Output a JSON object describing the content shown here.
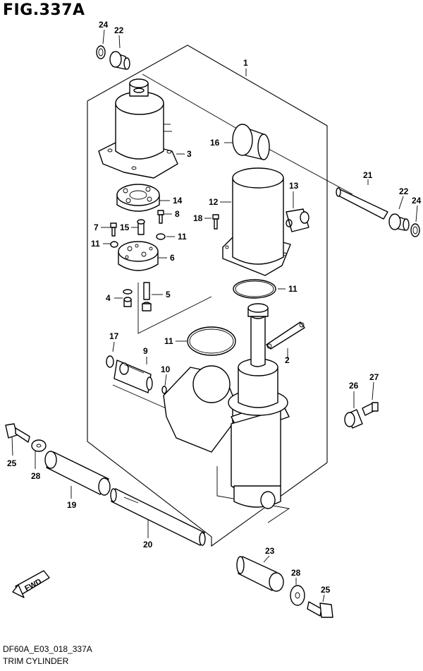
{
  "figure": {
    "title": "FIG.337A",
    "drawing_code": "DF60A_E03_018_337A",
    "caption": "TRIM CYLINDER",
    "direction_badge": "FWD"
  },
  "callouts": [
    {
      "id": "c1",
      "label": "1"
    },
    {
      "id": "c2",
      "label": "2"
    },
    {
      "id": "c3",
      "label": "3"
    },
    {
      "id": "c4",
      "label": "4"
    },
    {
      "id": "c5",
      "label": "5"
    },
    {
      "id": "c6",
      "label": "6"
    },
    {
      "id": "c7",
      "label": "7"
    },
    {
      "id": "c8",
      "label": "8"
    },
    {
      "id": "c9",
      "label": "9"
    },
    {
      "id": "c10",
      "label": "10"
    },
    {
      "id": "c11a",
      "label": "11"
    },
    {
      "id": "c11b",
      "label": "11"
    },
    {
      "id": "c11c",
      "label": "11"
    },
    {
      "id": "c11d",
      "label": "11"
    },
    {
      "id": "c12",
      "label": "12"
    },
    {
      "id": "c13",
      "label": "13"
    },
    {
      "id": "c14",
      "label": "14"
    },
    {
      "id": "c15",
      "label": "15"
    },
    {
      "id": "c16",
      "label": "16"
    },
    {
      "id": "c17",
      "label": "17"
    },
    {
      "id": "c18",
      "label": "18"
    },
    {
      "id": "c19",
      "label": "19"
    },
    {
      "id": "c20",
      "label": "20"
    },
    {
      "id": "c21",
      "label": "21"
    },
    {
      "id": "c22a",
      "label": "22"
    },
    {
      "id": "c22b",
      "label": "22"
    },
    {
      "id": "c23",
      "label": "23"
    },
    {
      "id": "c24a",
      "label": "24"
    },
    {
      "id": "c24b",
      "label": "24"
    },
    {
      "id": "c25a",
      "label": "25"
    },
    {
      "id": "c25b",
      "label": "25"
    },
    {
      "id": "c26",
      "label": "26"
    },
    {
      "id": "c27",
      "label": "27"
    },
    {
      "id": "c28a",
      "label": "28"
    },
    {
      "id": "c28b",
      "label": "28"
    }
  ]
}
